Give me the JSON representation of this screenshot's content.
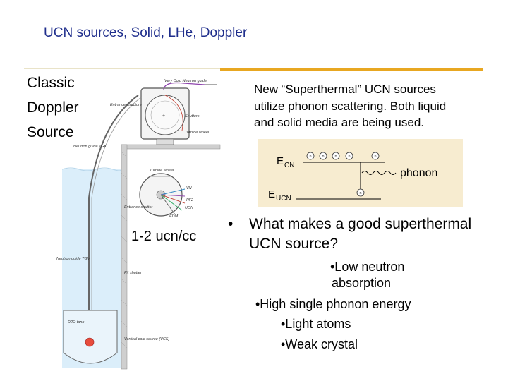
{
  "slide": {
    "title": "UCN sources, Solid, LHe, Doppler"
  },
  "left": {
    "classic_label_lines": [
      "Classic",
      "Doppler",
      "Source"
    ],
    "rate": "1-2 ucn/cc",
    "apparatus_annotations": [
      "Very Cold Neutron guide",
      "Entrance structure",
      "Shutters",
      "Turbine wheel",
      "Neutron guide 1GK",
      "Turbine wheel",
      "Entrance shutter",
      "VN",
      "PF2",
      "UCN",
      "EDM",
      "Neutron guide TGV",
      "Pit shutter",
      "D2O tank",
      "Vertical cold source (VCS)"
    ]
  },
  "right": {
    "superthermal_lines": [
      "New “Superthermal” UCN sources",
      "utilize phonon scattering.  Both liquid",
      "and solid media are being used."
    ],
    "diagram": {
      "ecn_main": "E",
      "ecn_sub": "CN",
      "eucn_main": "E",
      "eucn_sub": "UCN",
      "phonon": "phonon",
      "neutron_symbol": "n",
      "panel_color": "#f7ecd0"
    },
    "question_bullet": "•",
    "question": "What makes a good superthermal UCN source?",
    "answers": [
      "•Low neutron",
      "absorption",
      "•High single phonon energy",
      "•Light atoms",
      "•Weak crystal"
    ]
  },
  "colors": {
    "title": "#1f2e8c",
    "accent_rule": "#e8a721",
    "water": "#dbeefa"
  }
}
